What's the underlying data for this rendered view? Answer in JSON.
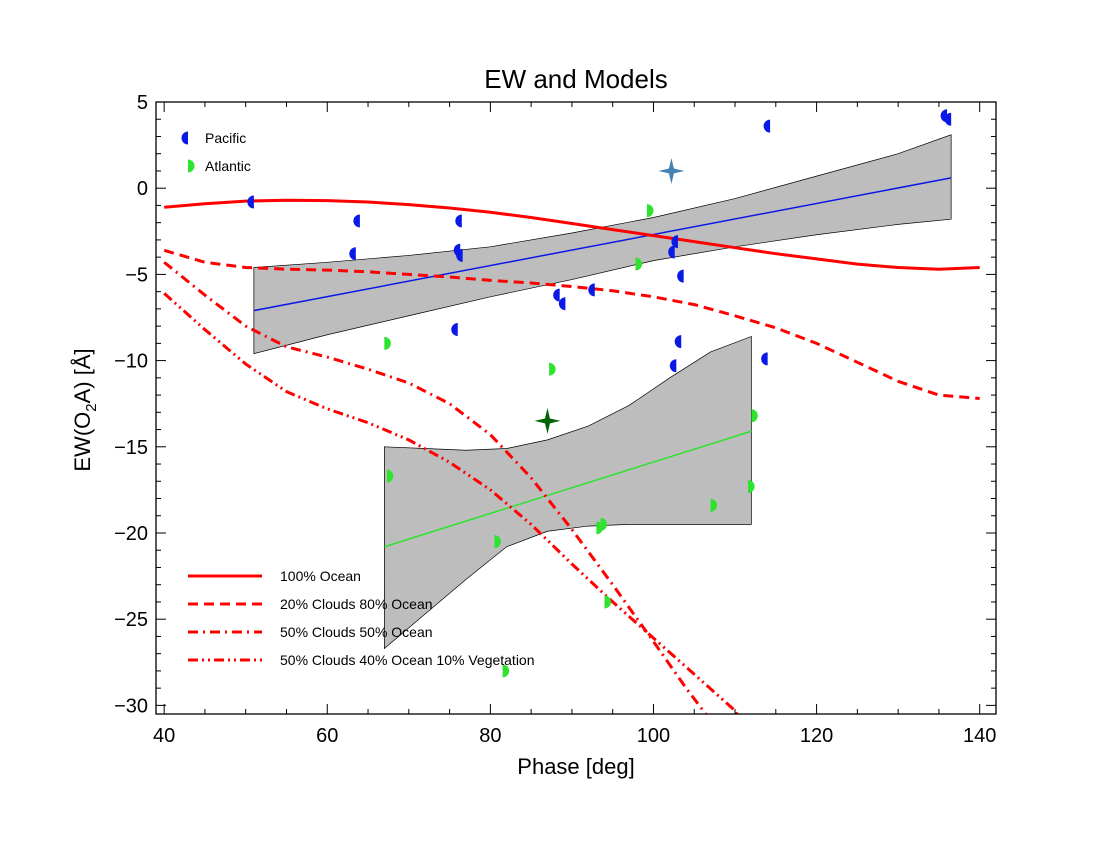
{
  "chart_data": {
    "type": "scatter",
    "title": "EW and Models",
    "xlabel": "Phase [deg]",
    "ylabel_parts": [
      "EW(O",
      "2",
      "A) [Å]"
    ],
    "xlim": [
      39,
      142
    ],
    "ylim": [
      -30.5,
      5
    ],
    "xticks": [
      40,
      60,
      80,
      100,
      120,
      140
    ],
    "yticks": [
      5,
      0,
      -5,
      -10,
      -15,
      -20,
      -25,
      -30
    ],
    "grid": false,
    "colors": {
      "pacific": "#0a19e6",
      "atlantic": "#2ee32e",
      "model": "#ff0000",
      "band": "#bdbdbd",
      "star_pacific": "#4682b4",
      "star_atlantic": "#006400"
    },
    "scatter_series": [
      {
        "name": "Pacific",
        "color": "#0a19e6",
        "points": [
          [
            51,
            -0.8
          ],
          [
            63.5,
            -3.8
          ],
          [
            64,
            -1.9
          ],
          [
            76,
            -8.2
          ],
          [
            76.3,
            -3.6
          ],
          [
            76.5,
            -1.9
          ],
          [
            76.6,
            -3.9
          ],
          [
            88.5,
            -6.2
          ],
          [
            89.2,
            -6.7
          ],
          [
            92.8,
            -5.9
          ],
          [
            102.6,
            -3.7
          ],
          [
            102.8,
            -10.3
          ],
          [
            103,
            -3.1
          ],
          [
            103.4,
            -8.9
          ],
          [
            103.7,
            -5.1
          ],
          [
            114,
            -9.9
          ],
          [
            114.3,
            3.6
          ],
          [
            136,
            4.2
          ],
          [
            136.5,
            4.0
          ]
        ]
      },
      {
        "name": "Atlantic",
        "color": "#2ee32e",
        "points": [
          [
            67,
            -9.0
          ],
          [
            67.3,
            -16.7
          ],
          [
            80.5,
            -20.5
          ],
          [
            81.5,
            -28.0
          ],
          [
            87.2,
            -10.5
          ],
          [
            93,
            -19.7
          ],
          [
            93.5,
            -19.5
          ],
          [
            94,
            -24.0
          ],
          [
            97.8,
            -4.4
          ],
          [
            99.2,
            -1.3
          ],
          [
            107,
            -18.4
          ],
          [
            111.6,
            -17.3
          ],
          [
            112,
            -13.2
          ]
        ]
      }
    ],
    "stars": [
      {
        "x": 102.2,
        "y": 1.0,
        "color": "#4682b4"
      },
      {
        "x": 87,
        "y": -13.5,
        "color": "#006400"
      }
    ],
    "fits": [
      {
        "color": "#0a19e6",
        "x": [
          51,
          136.5
        ],
        "y": [
          -7.1,
          0.6
        ],
        "band_x": [
          51,
          60,
          70,
          80,
          90,
          100,
          110,
          120,
          130,
          136.5
        ],
        "band_upper": [
          -4.6,
          -4.3,
          -3.9,
          -3.4,
          -2.6,
          -1.7,
          -0.6,
          0.7,
          2.0,
          3.1
        ],
        "band_lower": [
          -9.6,
          -8.5,
          -7.4,
          -6.3,
          -5.3,
          -4.2,
          -3.4,
          -2.7,
          -2.1,
          -1.8
        ]
      },
      {
        "color": "#2ee32e",
        "x": [
          67,
          112
        ],
        "y": [
          -20.8,
          -14.1
        ],
        "band_x": [
          67,
          72,
          77,
          82,
          87,
          92,
          97,
          102,
          107,
          112
        ],
        "band_upper": [
          -15.0,
          -15.1,
          -15.2,
          -15.1,
          -14.6,
          -13.8,
          -12.6,
          -11.0,
          -9.5,
          -8.6
        ],
        "band_lower": [
          -26.7,
          -24.7,
          -22.7,
          -20.8,
          -19.9,
          -19.6,
          -19.5,
          -19.5,
          -19.5,
          -19.5
        ]
      }
    ],
    "model_lines": [
      {
        "name": "100% Ocean",
        "dash": "solid",
        "x": [
          40,
          45,
          50,
          55,
          60,
          65,
          70,
          75,
          80,
          85,
          90,
          95,
          100,
          105,
          110,
          115,
          120,
          125,
          130,
          135,
          140
        ],
        "y": [
          -1.1,
          -0.9,
          -0.75,
          -0.7,
          -0.72,
          -0.8,
          -0.95,
          -1.15,
          -1.4,
          -1.7,
          -2.05,
          -2.4,
          -2.75,
          -3.1,
          -3.45,
          -3.8,
          -4.1,
          -4.4,
          -4.6,
          -4.7,
          -4.6
        ]
      },
      {
        "name": "20% Clouds 80% Ocean",
        "dash": "dashed",
        "x": [
          40,
          45,
          50,
          55,
          60,
          65,
          70,
          75,
          80,
          85,
          90,
          95,
          100,
          105,
          110,
          115,
          120,
          125,
          130,
          135,
          140
        ],
        "y": [
          -3.6,
          -4.3,
          -4.6,
          -4.7,
          -4.75,
          -4.85,
          -5.0,
          -5.15,
          -5.35,
          -5.5,
          -5.7,
          -5.95,
          -6.3,
          -6.75,
          -7.4,
          -8.1,
          -9.0,
          -10.1,
          -11.2,
          -12.0,
          -12.2
        ]
      },
      {
        "name": "50% Clouds 50% Ocean",
        "dash": "dashdot",
        "x": [
          40,
          45,
          50,
          55,
          60,
          65,
          70,
          75,
          80,
          85,
          90,
          95,
          100,
          104,
          108
        ],
        "y": [
          -4.3,
          -6.2,
          -8.0,
          -9.2,
          -9.8,
          -10.5,
          -11.3,
          -12.5,
          -14.3,
          -16.8,
          -19.8,
          -23.0,
          -26.3,
          -29.0,
          -31.5
        ]
      },
      {
        "name": "50% Clouds 40% Ocean 10% Vegetation",
        "dash": "dashdotdot",
        "x": [
          40,
          45,
          50,
          55,
          60,
          65,
          70,
          75,
          80,
          85,
          90,
          95,
          100,
          105,
          110,
          112
        ],
        "y": [
          -6.1,
          -8.2,
          -10.2,
          -11.8,
          -12.8,
          -13.6,
          -14.6,
          -15.9,
          -17.5,
          -19.5,
          -21.8,
          -24.0,
          -26.1,
          -28.2,
          -30.3,
          -32.0
        ]
      }
    ]
  }
}
